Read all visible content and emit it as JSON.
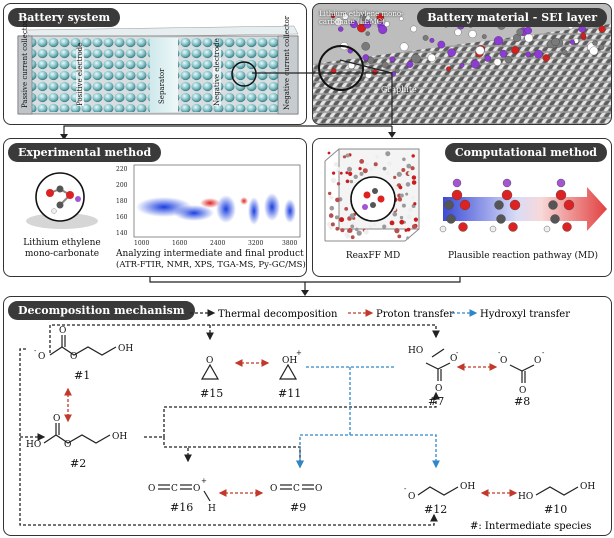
{
  "battery_system": {
    "title": "Battery system",
    "passive_current_collector_left": "Passive current collector",
    "positive_electrode": "Positive electrode",
    "separator": "Separator",
    "negative_electrode": "Negative electrode",
    "negative_current_collector": "Negative current collector"
  },
  "battery_material": {
    "title": "Battery material - SEI layer",
    "lemc_label": "Lithium ethylene mono-carbonate (LEMC)",
    "graphite": "Graphite"
  },
  "experimental": {
    "title": "Experimental method",
    "molecule_label_1": "Lithium ethylene",
    "molecule_label_2": "mono-carbonate",
    "analysis_1": "Analyzing intermediate and final product",
    "analysis_2": "(ATR-FTIR, NMR, XPS, TGA-MS, Py-GC/MS)",
    "y_ticks": [
      "220",
      "200",
      "180",
      "160",
      "140"
    ],
    "x_ticks": [
      "1000",
      "1600",
      "2400",
      "3200",
      "3800"
    ]
  },
  "computational": {
    "title": "Computational method",
    "reaxff": "ReaxFF MD",
    "pathway": "Plausible reaction pathway (MD)"
  },
  "mechanism": {
    "title": "Decomposition mechanism",
    "legend_thermal": "Thermal decomposition",
    "legend_proton": "Proton transfer",
    "legend_hydroxyl": "Hydroxyl transfer",
    "intermediate_note": "#: Intermediate species",
    "species": {
      "s1": "#1",
      "s2": "#2",
      "s7": "#7",
      "s8": "#8",
      "s9": "#9",
      "s10": "#10",
      "s11": "#11",
      "s12": "#12",
      "s15": "#15",
      "s16": "#16"
    },
    "atoms": {
      "O": "O",
      "C": "C",
      "H": "H",
      "OH": "OH",
      "HO": "HO",
      "neg": "-",
      "plus": "+"
    }
  },
  "colors": {
    "thermal": "#222222",
    "proton": "#c0392b",
    "hydroxyl": "#2f86c9",
    "header": "#3a3a3a"
  }
}
